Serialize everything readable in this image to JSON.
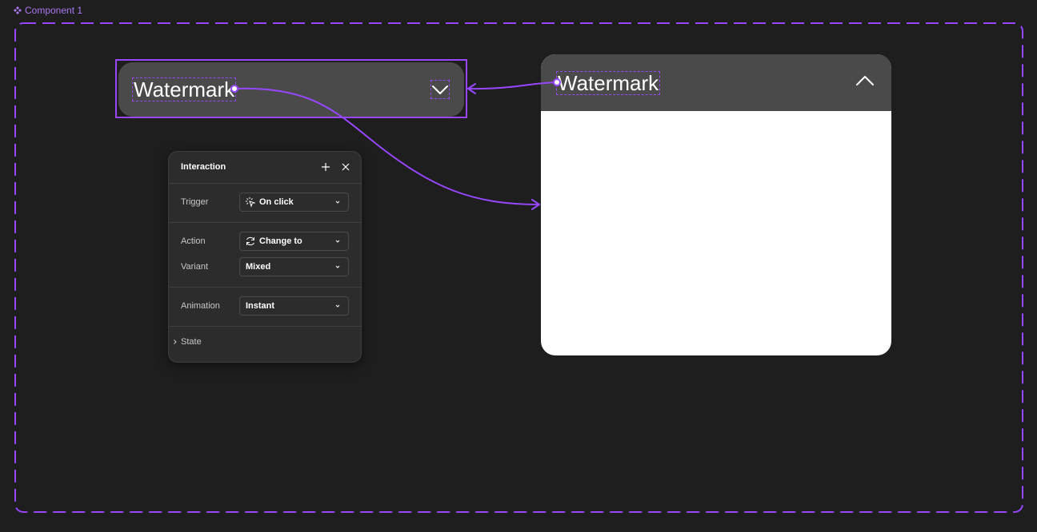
{
  "component": {
    "label": "Component 1",
    "accent_color": "#9747ff"
  },
  "variants": {
    "collapsed": {
      "title": "Watermark",
      "icon": "chevron-down-icon"
    },
    "expanded": {
      "title": "Watermark",
      "icon": "chevron-up-icon"
    }
  },
  "interaction_panel": {
    "title": "Interaction",
    "add_icon": "plus-icon",
    "close_icon": "close-icon",
    "trigger": {
      "label": "Trigger",
      "value": "On click",
      "icon": "click-icon"
    },
    "action": {
      "label": "Action",
      "value": "Change to",
      "icon": "refresh-icon"
    },
    "variant": {
      "label": "Variant",
      "value": "Mixed"
    },
    "animation": {
      "label": "Animation",
      "value": "Instant"
    },
    "state": {
      "label": "State"
    }
  }
}
